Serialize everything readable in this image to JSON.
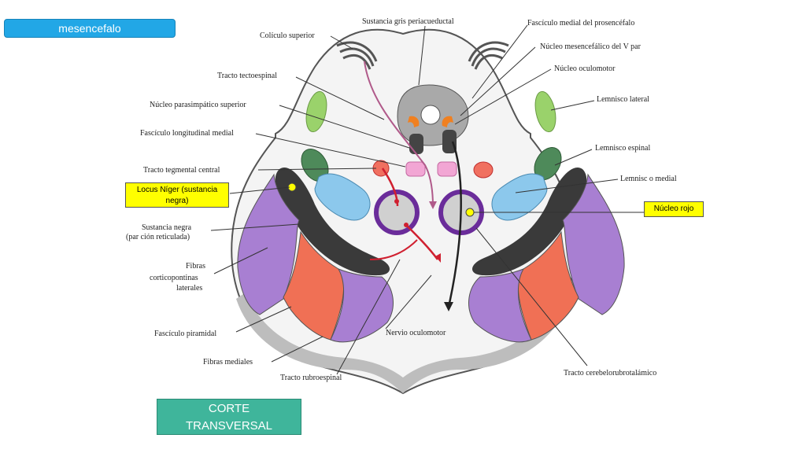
{
  "header": {
    "title": "mesencefalo"
  },
  "labels": {
    "sustancia_gris": "Sustancia gris periacueductal",
    "fasciculo_prosencefalo": "Fascículo medial del prosencéfalo",
    "colículo": "Colículo superior",
    "nucleo_mesencefalico": "Núcleo mesencefálico del V par",
    "nucleo_oculomotor": "Núcleo oculomotor",
    "tracto_tectoespinal": "Tracto tectoespinal",
    "lemnisco_lateral": "Lemnisco lateral",
    "nucleo_parasimpatico": "Núcleo parasimpático superior",
    "fasciculo_longitudinal": "Fascículo longitudinal medial",
    "lemnisco_espinal": "Lemnisco espinal",
    "tracto_tegmental": "Tracto tegmental central",
    "lemnisco_medial": "Lemnisc  o medial",
    "sustancia_negra_1": "Sustancia negra",
    "sustancia_negra_2": "(par ción reticulada)",
    "fibras_cort_1": "Fibras",
    "fibras_cort_2": "corticopontinas",
    "fibras_cort_3": "laterales",
    "fasciculo_piramidal": "Fascículo piramidal",
    "nervio_oculomotor": "Nervio oculomotor",
    "fibras_mediales": "Fibras mediales",
    "tracto_cerebelo": "Tracto cerebelorubrotalámico",
    "tracto_rubroespinal": "Tracto rubroespinal"
  },
  "callouts": {
    "locus_niger_1": "Locus Níger (sustancia",
    "locus_niger_2": "negra)",
    "nucleo_rojo": "Núcleo rojo"
  },
  "footer": {
    "line1": "CORTE",
    "line2": "TRANSVERSAL"
  }
}
